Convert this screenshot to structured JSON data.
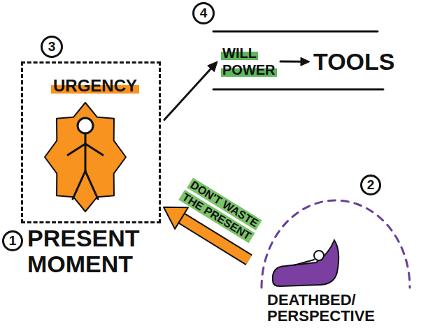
{
  "diagram": {
    "nodes": [
      {
        "text": [
          "URGENCY",
          "PRESENT MOMENT"
        ]
      },
      {
        "text": [
          "WILL POWER"
        ]
      },
      {
        "text": [
          "TOOLS"
        ]
      },
      {
        "text": [
          "DEATHBED/ PERSPECTIVE"
        ]
      }
    ],
    "edges": [
      {
        "from": 0,
        "to": 1,
        "arrow": "to"
      },
      {
        "from": 1,
        "to": 2,
        "arrow": "to"
      },
      {
        "from": 3,
        "to": 0,
        "label": "DON'T WASTE THE PRESENT",
        "arrow": "to"
      }
    ],
    "labels": [
      "3",
      "4",
      "1",
      "2"
    ]
  }
}
